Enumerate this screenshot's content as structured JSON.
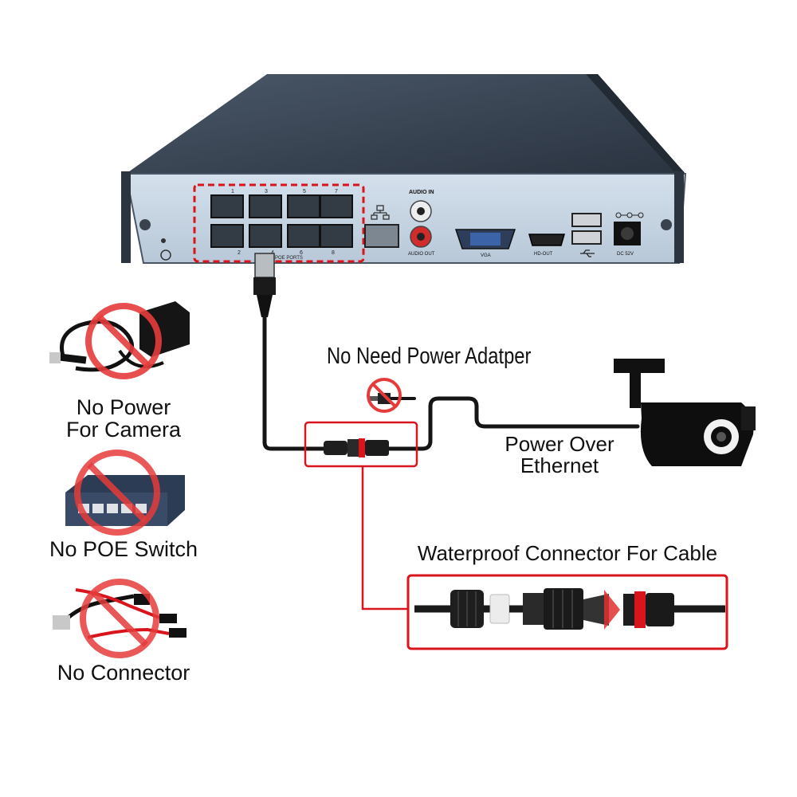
{
  "nvr": {
    "port_numbers_top": [
      "1",
      "3",
      "5",
      "7"
    ],
    "port_numbers_bottom": [
      "2",
      "4",
      "6",
      "8"
    ],
    "poe_ports_label": "POE PORTS",
    "audio_in_label": "AUDIO IN",
    "audio_out_label": "AUDIO OUT",
    "vga_label": "VGA",
    "hdout_label": "HD-OUT",
    "dc_label": "DC 52V"
  },
  "labels": {
    "no_adapter": "No Need Power Adatper",
    "poe_line1": "Power Over",
    "poe_line2": "Ethernet",
    "waterproof": "Waterproof Connector For Cable",
    "no_power_line1": "No Power",
    "no_power_line2": "For Camera",
    "no_switch": "No POE Switch",
    "no_connector": "No Connector"
  },
  "colors": {
    "highlight_red": "#d8141c",
    "prohibit_red": "#e63b3b",
    "nvr_top": "#3d4a5a",
    "nvr_panel": "#c8d6e4",
    "cable": "#151515"
  }
}
